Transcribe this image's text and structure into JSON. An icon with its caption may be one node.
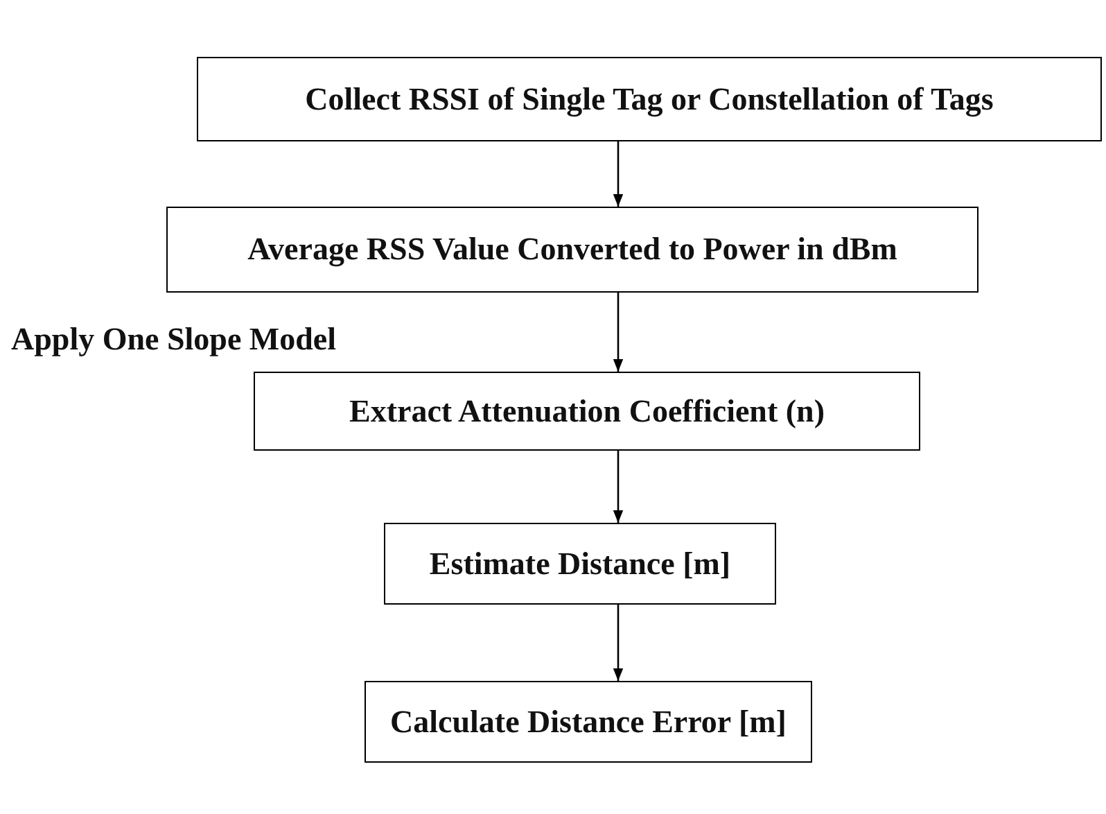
{
  "diagram": {
    "nodes": [
      {
        "text": [
          "Collect RSSI of Single Tag or Constellation of Tags"
        ]
      },
      {
        "text": [
          "Average RSS Value Converted to Power in dBm"
        ]
      },
      {
        "text": [
          "Extract Attenuation Coefficient (n)"
        ]
      },
      {
        "text": [
          "Estimate Distance [m]"
        ]
      },
      {
        "text": [
          "Calculate Distance Error [m]"
        ]
      }
    ],
    "edges": [
      {
        "from": 0,
        "to": 1,
        "arrow": "to"
      },
      {
        "from": 1,
        "to": 2,
        "arrow": "to"
      },
      {
        "from": 2,
        "to": 3,
        "arrow": "to"
      },
      {
        "from": 3,
        "to": 4,
        "arrow": "to"
      }
    ],
    "labels": [
      "Apply One Slope Model"
    ]
  }
}
